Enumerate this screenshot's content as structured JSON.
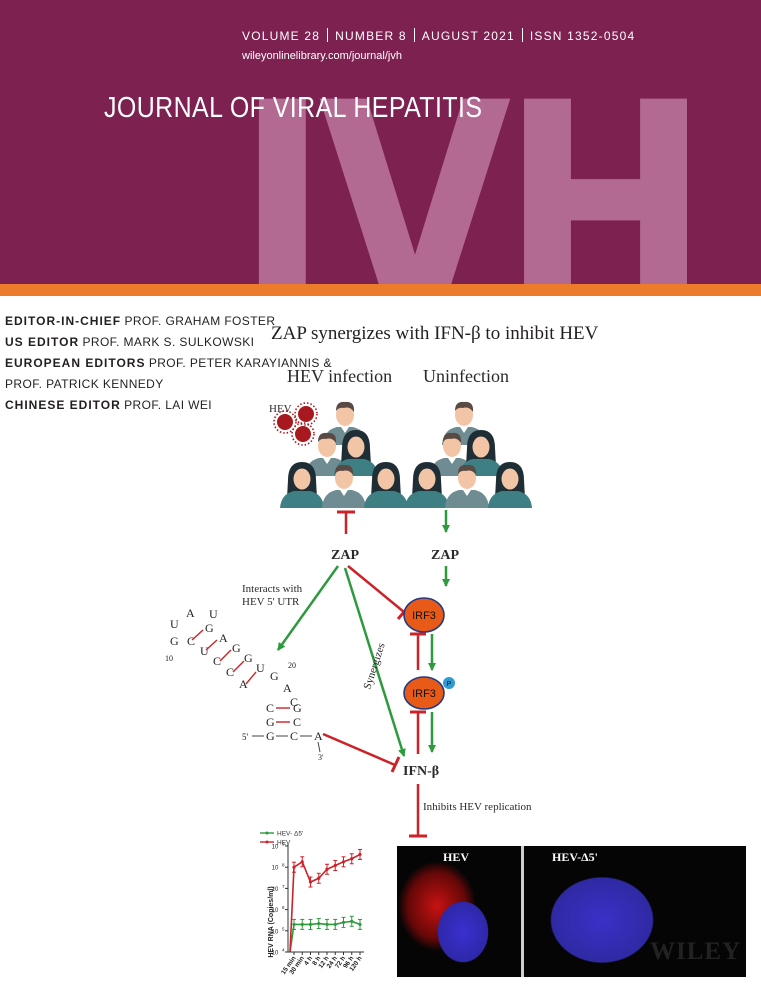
{
  "header": {
    "volume": "VOLUME 28",
    "number": "NUMBER 8",
    "date": "AUGUST 2021",
    "issn": "ISSN 1352-0504",
    "url": "wileyonlinelibrary.com/journal/jvh",
    "journal_title": "JOURNAL OF VIRAL HEPATITIS",
    "abbreviation": "JVH"
  },
  "editors": [
    {
      "role": "EDITOR-IN-CHIEF",
      "name": "PROF. GRAHAM FOSTER"
    },
    {
      "role": "US EDITOR",
      "name": "PROF. MARK S. SULKOWSKI"
    },
    {
      "role": "EUROPEAN EDITORS",
      "name": "PROF. PETER KARAYIANNIS &"
    },
    {
      "role": "",
      "name": "PROF. PATRICK KENNEDY"
    },
    {
      "role": "CHINESE EDITOR",
      "name": "PROF. LAI WEI"
    }
  ],
  "abstract": {
    "title": "ZAP synergizes with IFN-β to inhibit HEV",
    "group_left": "HEV infection",
    "group_right": "Uninfection",
    "virus_label": "HEV",
    "zap_left": "ZAP",
    "zap_right": "ZAP",
    "irf3_top": "IRF3",
    "irf3_bottom": "IRF3",
    "phospho": "P",
    "ifn": "IFN-β",
    "interacts_line1": "Interacts with",
    "interacts_line2": "HEV 5' UTR",
    "synergizes": "Synergizes",
    "inhibits": "Inhibits HEV replication",
    "rna": {
      "label_10": "10",
      "label_20": "20",
      "label_5p": "5'",
      "label_3p": "3'",
      "n1": "U",
      "n2": "A",
      "n3": "U",
      "n4": "G",
      "n5": "G",
      "n6": "A",
      "n7": "C",
      "n8": "U",
      "n9": "G",
      "n10": "C",
      "n11": "G",
      "n12": "U",
      "n13": "C",
      "n14": "G",
      "n15": "A",
      "n16": "A",
      "n17": "C",
      "n18": "C",
      "n19": "G",
      "n20": "G",
      "n21": "C",
      "n22": "G",
      "n23": "C",
      "n24": "A"
    },
    "micro_label_left": "HEV",
    "micro_label_right": "HEV-Δ5'"
  },
  "colors": {
    "header_bg": "#7d2150",
    "jvh_letters": "#b36a92",
    "accent_bar": "#ec7b2c",
    "activation_green": "#2e9a3e",
    "inhibition_red": "#cc2229",
    "irf3_fill": "#e85a18"
  },
  "publisher": "WILEY",
  "chart_data": {
    "type": "line",
    "ylabel": "HEV RNA (Copies/ml)",
    "categories": [
      "15 min",
      "30 min",
      "4 h",
      "8 h",
      "12 h",
      "24 h",
      "72 h",
      "96 h",
      "120 h"
    ],
    "y_log": true,
    "ylim_exp": [
      4,
      9
    ],
    "yticks_exp": [
      4,
      5,
      6,
      7,
      8,
      9
    ],
    "ytick_base": "10",
    "series": [
      {
        "name": "HEV- Δ5'",
        "color": "#2e9a3e",
        "start": 10000,
        "values": [
          200000,
          200000,
          200000,
          220000,
          200000,
          200000,
          250000,
          280000,
          200000
        ]
      },
      {
        "name": "HEV",
        "color": "#cc2229",
        "start": 10000,
        "values": [
          100000000,
          180000000,
          20000000,
          30000000,
          80000000,
          120000000,
          180000000,
          250000000,
          400000000
        ]
      }
    ]
  }
}
